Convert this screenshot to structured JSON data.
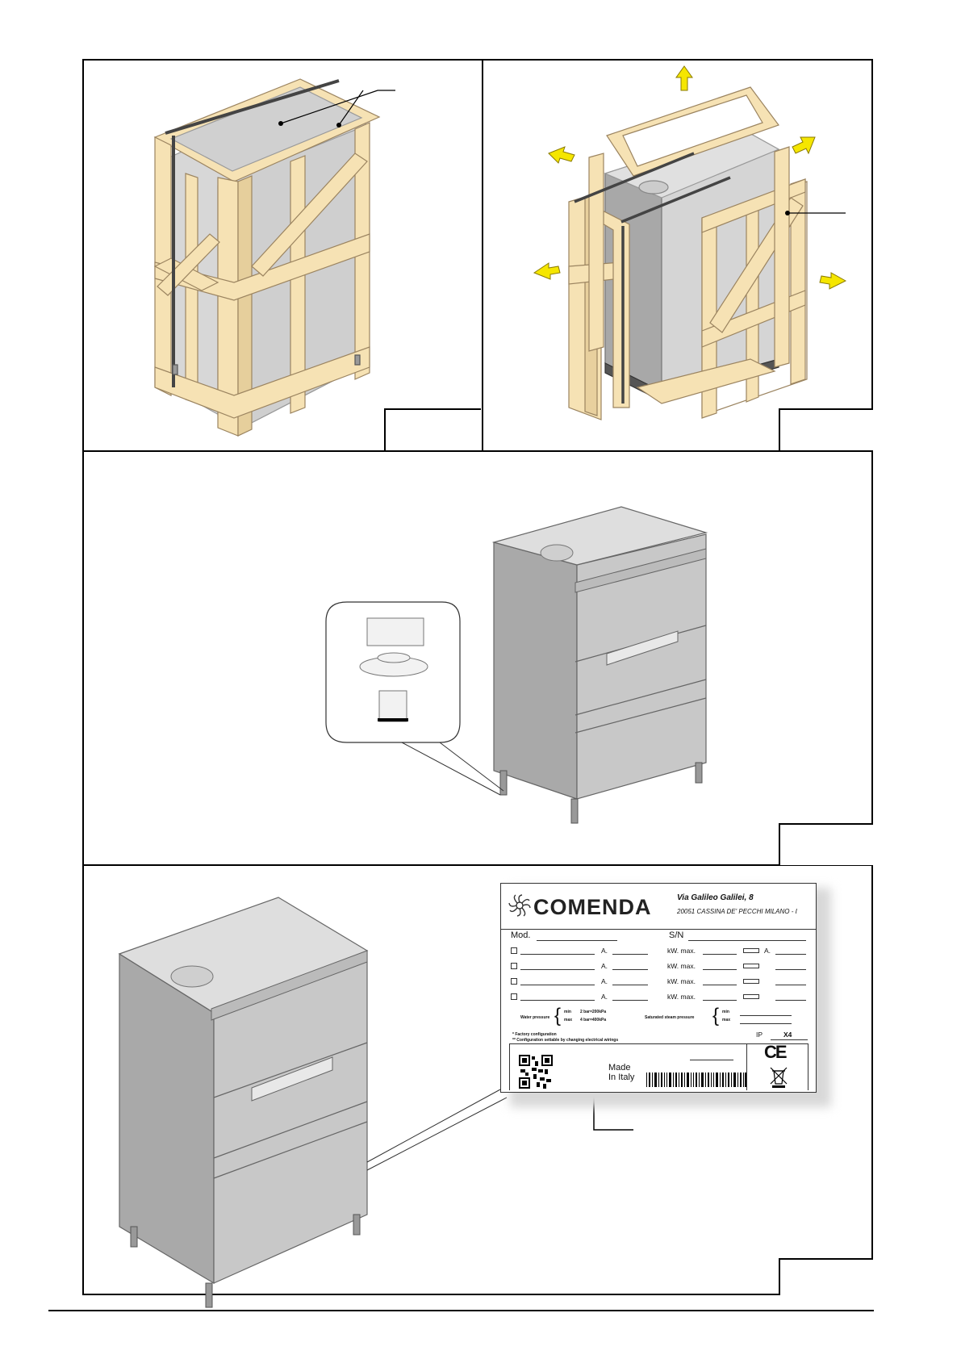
{
  "plate": {
    "brand": "COMENDA",
    "address_line1": "Via Galileo Galilei, 8",
    "address_line2": "20051 CASSINA DE' PECCHI  MILANO - I",
    "mod_label": "Mod.",
    "sn_label": "S/N",
    "rows": [
      {
        "a": "A.",
        "kw": "kW. max.",
        "a2": "A."
      },
      {
        "a": "A.",
        "kw": "kW. max.",
        "a2": ""
      },
      {
        "a": "A.",
        "kw": "kW. max.",
        "a2": ""
      },
      {
        "a": "A.",
        "kw": "kW. max.",
        "a2": ""
      }
    ],
    "water_pressure_label": "Water pressure",
    "min_label": "min",
    "max_label": "max",
    "water_min_value": "2 bar=200kPa",
    "water_max_value": "4 bar=400kPa",
    "steam_pressure_label": "Saturated steam pressure",
    "footnote1": "* Factory configuration",
    "footnote2": "** Configuration settable by changing electrical wirings",
    "ip_label": "IP",
    "ip_value": "X4",
    "made_in_line1": "Made",
    "made_in_line2": "In Italy",
    "ce_mark": "CE"
  },
  "colors": {
    "wood": "#f7e2b3",
    "wood_edge": "#c9a878",
    "steel": "#b8b8b8",
    "steel_dark": "#8c8c8c",
    "arrow": "#f2e300"
  }
}
